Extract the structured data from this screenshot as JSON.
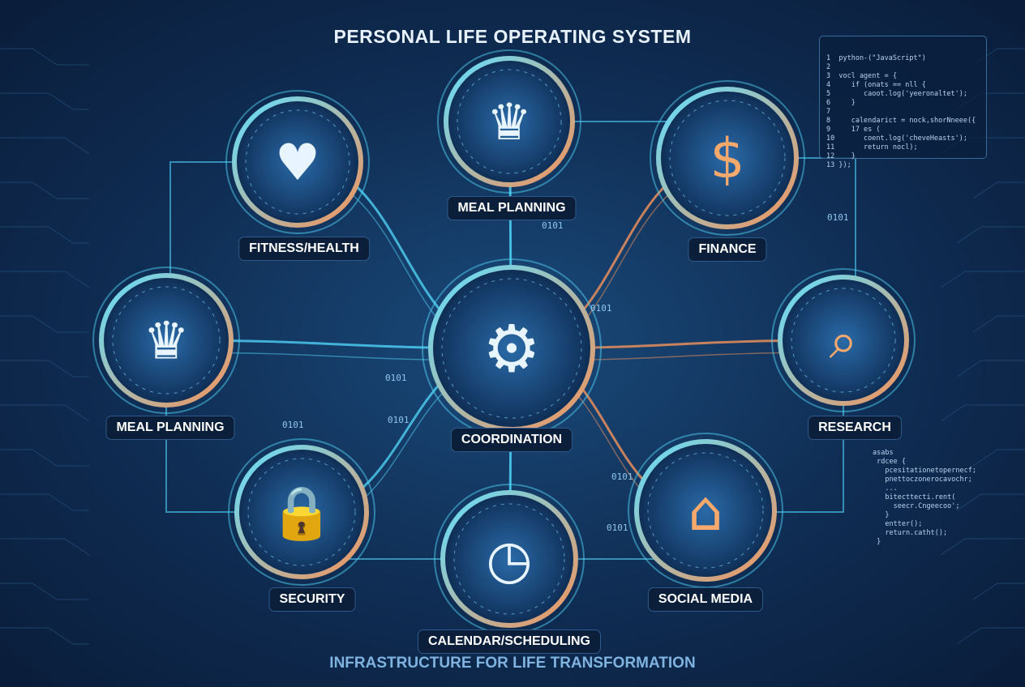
{
  "title": "PERSONAL LIFE OPERATING SYSTEM",
  "subtitle": "INFRASTRUCTURE FOR LIFE TRANSFORMATION",
  "colors": {
    "cyan": "#4fd1f5",
    "orange": "#f5935a",
    "background": "#0f2c52"
  },
  "nodes": [
    {
      "label": "FITNESS/HEALTH",
      "icon": "runner-heart-icon"
    },
    {
      "label": "MEAL PLANNING",
      "icon": "chef-hat-icon"
    },
    {
      "label": "FINANCE",
      "icon": "dollar-cycle-icon"
    },
    {
      "label": "MEAL PLANNING",
      "icon": "chef-hat-icon"
    },
    {
      "label": "COORDINATION",
      "icon": "gear-clock-icon"
    },
    {
      "label": "RESEARCH",
      "icon": "magnifier-icon"
    },
    {
      "label": "SECURITY",
      "icon": "shield-lock-icon"
    },
    {
      "label": "CALENDAR/SCHEDULING",
      "icon": "clock-icon"
    },
    {
      "label": "SOCIAL MEDIA",
      "icon": "house-people-icon"
    }
  ],
  "binary": "0101",
  "code_top": "1  python-(\"JavaScript\")\n2\n3  vocl agent = {\n4     if (onats == nll {\n5        caoot.log('yeeronaltet');\n6     }\n7\n8     calendarict = nock,shorNneee({\n9     17 es (\n10       coent.log('cheveHeasts');\n11       return nocl);\n12    }\n13 });",
  "code_bottom": "asabs\n rdcee {\n   pcesitationetopernecf;\n   pnettoczonerocavochr;\n   ...\n   bitecttecti.rent(\n     seecr.Cngeecoo';\n   }\n   entter();\n   return.catht();\n }"
}
